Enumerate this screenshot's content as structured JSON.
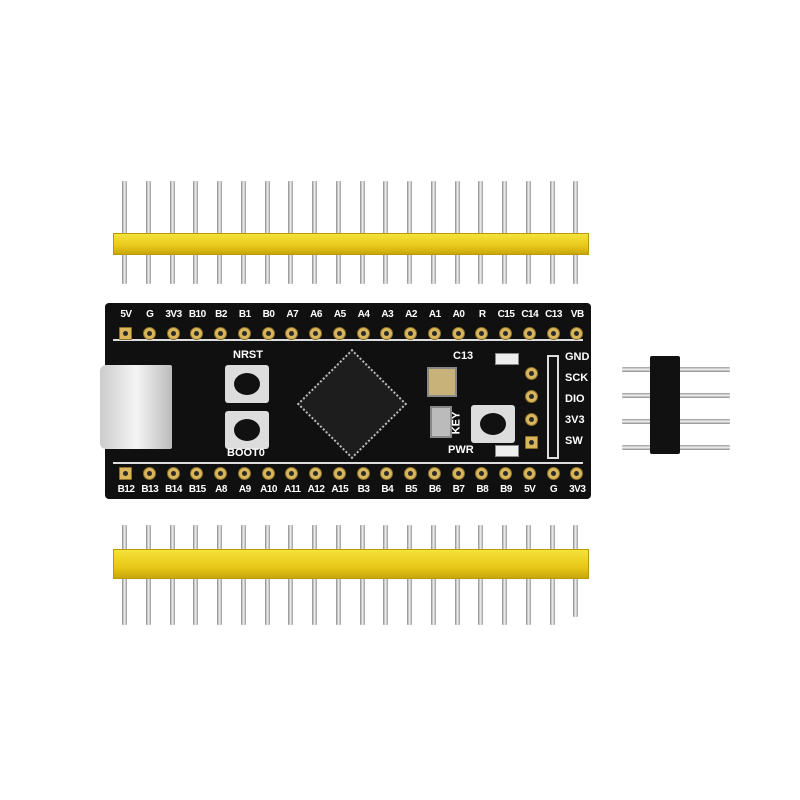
{
  "board": {
    "top_labels": [
      "5V",
      "G",
      "3V3",
      "B10",
      "B2",
      "B1",
      "B0",
      "A7",
      "A6",
      "A5",
      "A4",
      "A3",
      "A2",
      "A1",
      "A0",
      "R",
      "C15",
      "C14",
      "C13",
      "VB"
    ],
    "bottom_labels": [
      "B12",
      "B13",
      "B14",
      "B15",
      "A8",
      "A9",
      "A10",
      "A11",
      "A12",
      "A15",
      "B3",
      "B4",
      "B5",
      "B6",
      "B7",
      "B8",
      "B9",
      "5V",
      "G",
      "3V3"
    ],
    "button_labels": {
      "nrst": "NRST",
      "boot0": "BOOT0",
      "key": "KEY"
    },
    "led_labels": {
      "c13": "C13",
      "pwr": "PWR"
    },
    "swd_labels": [
      "GND",
      "SCK",
      "DIO",
      "3V3",
      "SW"
    ],
    "colors": {
      "pcb": "#101010",
      "header": "#e8c81a",
      "pad": "#d9b65a"
    }
  },
  "headers": {
    "long_pin_count": 20,
    "short_pin_count": 4
  }
}
